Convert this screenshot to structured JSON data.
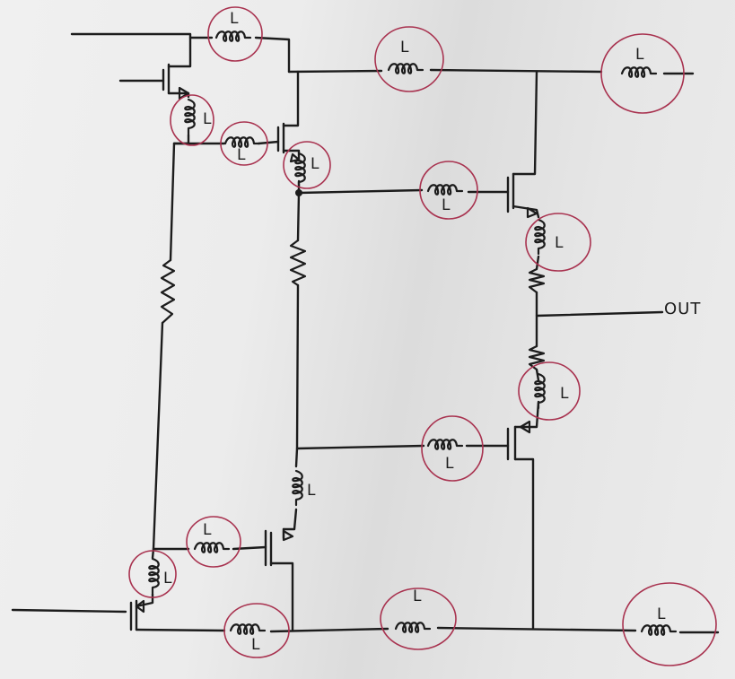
{
  "output_label": "OUT",
  "inductor_label": "L",
  "colors": {
    "ink": "#1c1c1c",
    "highlight": "#a8324f",
    "paper": "#ebebeb"
  },
  "inductors": [
    {
      "id": "L1"
    },
    {
      "id": "L2"
    },
    {
      "id": "L3"
    },
    {
      "id": "L4"
    },
    {
      "id": "L5"
    },
    {
      "id": "L6"
    },
    {
      "id": "L7"
    },
    {
      "id": "L8"
    },
    {
      "id": "L9"
    },
    {
      "id": "L10"
    },
    {
      "id": "L11"
    },
    {
      "id": "L12"
    },
    {
      "id": "L13"
    },
    {
      "id": "L14"
    },
    {
      "id": "L15"
    }
  ]
}
